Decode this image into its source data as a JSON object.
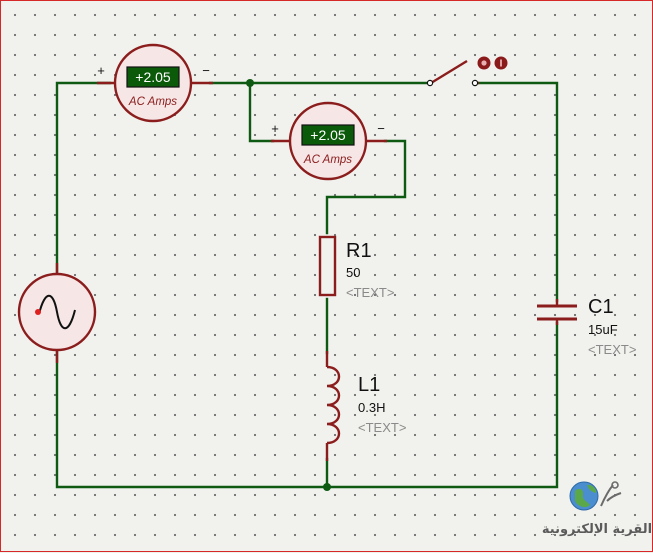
{
  "meters": [
    {
      "reading": "+2.05",
      "unit": "AC Amps",
      "plus": "+",
      "minus": "−"
    },
    {
      "reading": "+2.05",
      "unit": "AC Amps",
      "plus": "+",
      "minus": "−"
    }
  ],
  "components": {
    "r1": {
      "name": "R1",
      "value": "50",
      "text": "<TEXT>"
    },
    "l1": {
      "name": "L1",
      "value": "0.3H",
      "text": "<TEXT>"
    },
    "c1": {
      "name": "C1",
      "value": "15uF",
      "text": "<TEXT>"
    }
  },
  "watermark": {
    "text": "القرية الالكترونية"
  },
  "colors": {
    "wire": "#0e5a12",
    "component": "#8b1d1d",
    "meter_display": "#0a5a0a",
    "border": "#d62828"
  }
}
